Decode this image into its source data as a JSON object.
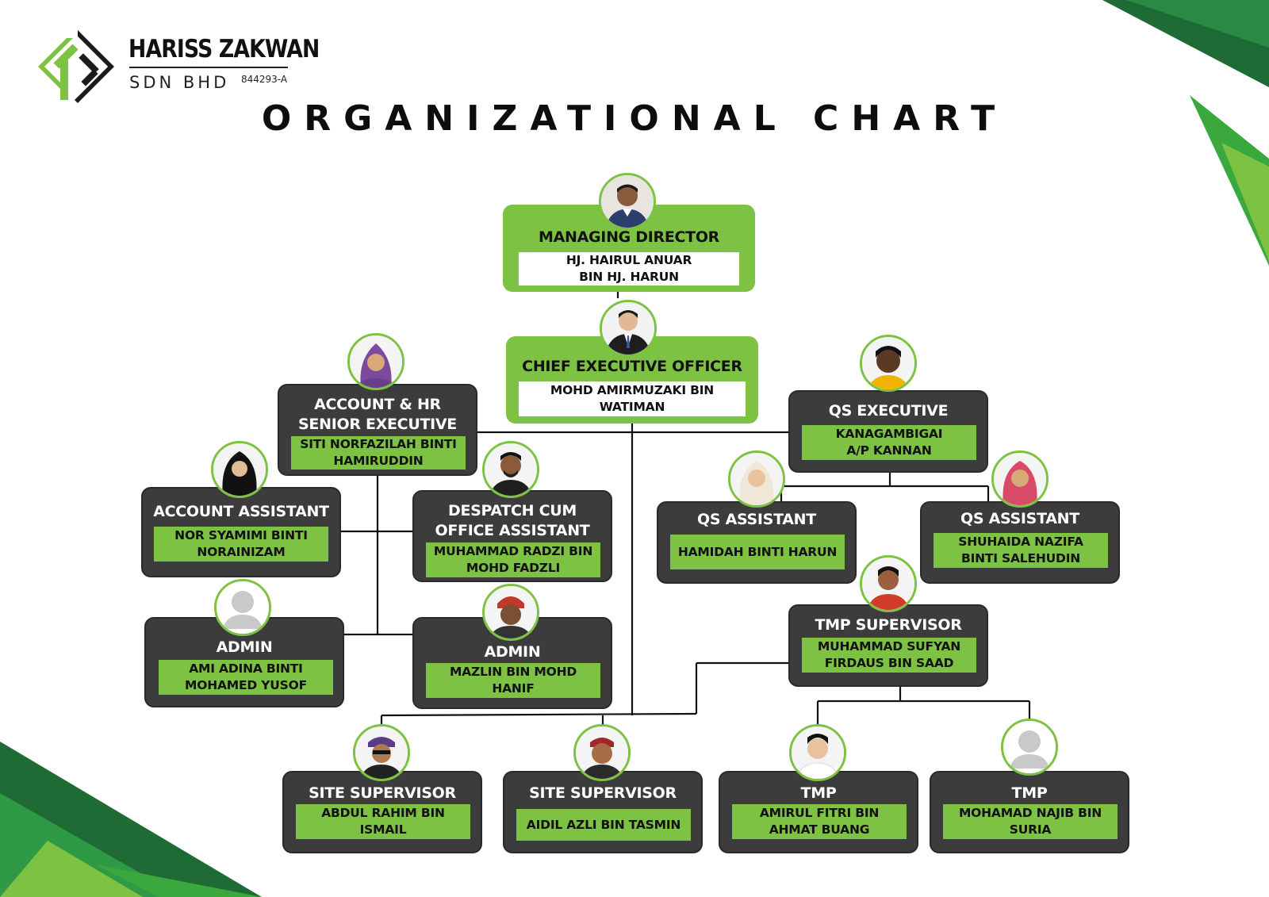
{
  "company": {
    "name": "HARISS ZAKWAN",
    "suffix": "SDN BHD",
    "registration": "844293-A"
  },
  "title": "ORGANIZATIONAL CHART",
  "colors": {
    "accent": "#7dc242",
    "dark_green": "#1e6b36",
    "card": "#3c3c3c"
  },
  "positions": [
    {
      "role": "MANAGING DIRECTOR",
      "name": "HJ. HAIRUL ANUAR\nBIN HJ. HARUN"
    },
    {
      "role": "CHIEF EXECUTIVE OFFICER",
      "name": "MOHD AMIRMUZAKI BIN\nWATIMAN"
    },
    {
      "role": "ACCOUNT & HR\nSENIOR EXECUTIVE",
      "name": "SITI NORFAZILAH BINTI\nHAMIRUDDIN"
    },
    {
      "role": "QS  EXECUTIVE",
      "name": "KANAGAMBIGAI\nA/P KANNAN"
    },
    {
      "role": "ACCOUNT ASSISTANT",
      "name": "NOR SYAMIMI BINTI\nNORAINIZAM"
    },
    {
      "role": "DESPATCH CUM\nOFFICE ASSISTANT",
      "name": "MUHAMMAD RADZI BIN\nMOHD FADZLI"
    },
    {
      "role": "QS  ASSISTANT",
      "name": "HAMIDAH BINTI HARUN"
    },
    {
      "role": "QS  ASSISTANT",
      "name": "SHUHAIDA NAZIFA\nBINTI SALEHUDIN"
    },
    {
      "role": "ADMIN",
      "name": "AMI ADINA BINTI\nMOHAMED YUSOF"
    },
    {
      "role": "ADMIN",
      "name": "MAZLIN BIN MOHD\nHANIF"
    },
    {
      "role": "TMP SUPERVISOR",
      "name": "MUHAMMAD SUFYAN\nFIRDAUS BIN SAAD"
    },
    {
      "role": "SITE SUPERVISOR",
      "name": "ABDUL RAHIM BIN\nISMAIL"
    },
    {
      "role": "SITE SUPERVISOR",
      "name": "AIDIL AZLI BIN TASMIN"
    },
    {
      "role": "TMP",
      "name": "AMIRUL FITRI BIN\nAHMAT BUANG"
    },
    {
      "role": "TMP",
      "name": "MOHAMAD NAJIB BIN\nSURIA"
    }
  ]
}
